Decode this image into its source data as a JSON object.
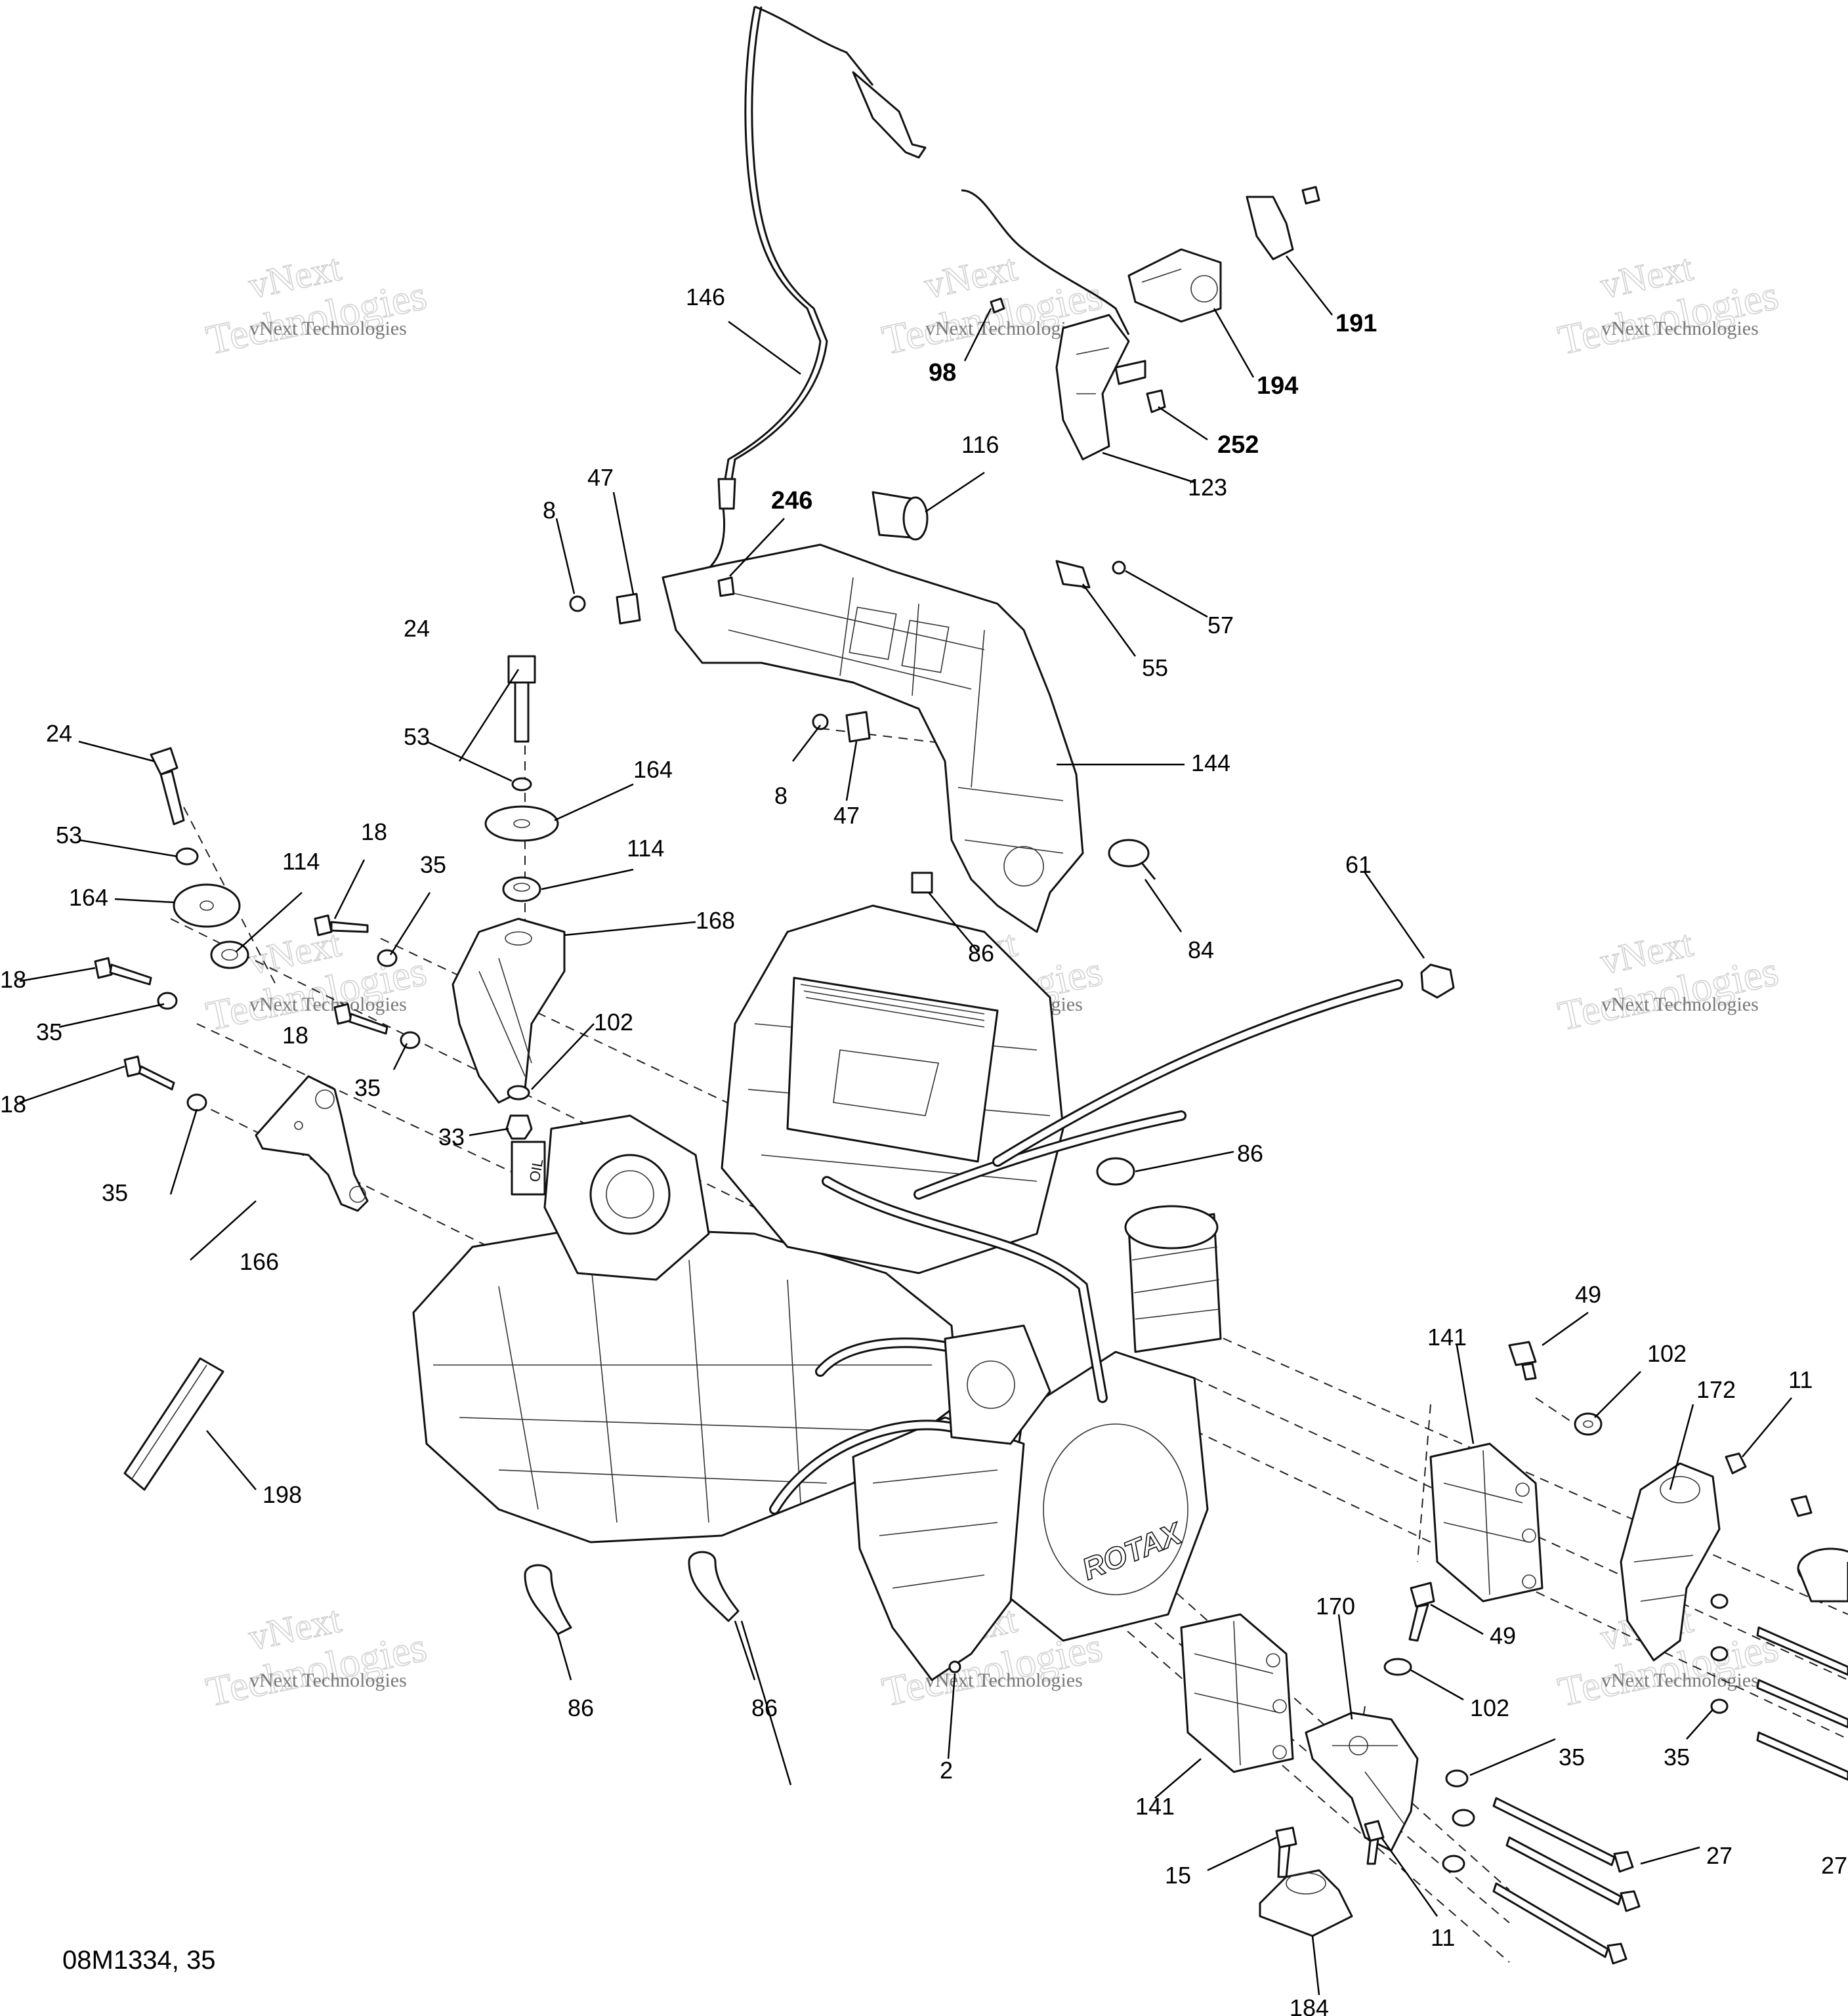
{
  "diagram": {
    "reference_code": "08M1334, 35",
    "watermark_line1": "vNext Technologies",
    "watermark_line2": "vNext",
    "watermark_line3": "Technologies",
    "engine_brand": "ROTAX",
    "oil_text": "OIL"
  },
  "labels": [
    {
      "id": "146",
      "text": "146"
    },
    {
      "id": "98",
      "text": "98"
    },
    {
      "id": "191",
      "text": "191"
    },
    {
      "id": "194",
      "text": "194"
    },
    {
      "id": "252",
      "text": "252"
    },
    {
      "id": "123",
      "text": "123"
    },
    {
      "id": "116",
      "text": "116"
    },
    {
      "id": "47a",
      "text": "47"
    },
    {
      "id": "8a",
      "text": "8"
    },
    {
      "id": "246",
      "text": "246"
    },
    {
      "id": "57",
      "text": "57"
    },
    {
      "id": "55",
      "text": "55"
    },
    {
      "id": "24a",
      "text": "24"
    },
    {
      "id": "53a",
      "text": "53"
    },
    {
      "id": "164a",
      "text": "164"
    },
    {
      "id": "114a",
      "text": "114"
    },
    {
      "id": "168",
      "text": "168"
    },
    {
      "id": "24b",
      "text": "24"
    },
    {
      "id": "53b",
      "text": "53"
    },
    {
      "id": "164b",
      "text": "164"
    },
    {
      "id": "114b",
      "text": "114"
    },
    {
      "id": "18a",
      "text": "18"
    },
    {
      "id": "35a",
      "text": "35"
    },
    {
      "id": "18b",
      "text": "18"
    },
    {
      "id": "35b",
      "text": "35"
    },
    {
      "id": "18c",
      "text": "18"
    },
    {
      "id": "35c",
      "text": "35"
    },
    {
      "id": "18d",
      "text": "18"
    },
    {
      "id": "35d",
      "text": "35"
    },
    {
      "id": "102a",
      "text": "102"
    },
    {
      "id": "33",
      "text": "33"
    },
    {
      "id": "166",
      "text": "166"
    },
    {
      "id": "8b",
      "text": "8"
    },
    {
      "id": "47b",
      "text": "47"
    },
    {
      "id": "144",
      "text": "144"
    },
    {
      "id": "84",
      "text": "84"
    },
    {
      "id": "86a",
      "text": "86"
    },
    {
      "id": "61",
      "text": "61"
    },
    {
      "id": "86b",
      "text": "86"
    },
    {
      "id": "49a",
      "text": "49"
    },
    {
      "id": "102b",
      "text": "102"
    },
    {
      "id": "172",
      "text": "172"
    },
    {
      "id": "11a",
      "text": "11"
    },
    {
      "id": "141a",
      "text": "141"
    },
    {
      "id": "198",
      "text": "198"
    },
    {
      "id": "86c",
      "text": "86"
    },
    {
      "id": "86d",
      "text": "86"
    },
    {
      "id": "2",
      "text": "2"
    },
    {
      "id": "170",
      "text": "170"
    },
    {
      "id": "49b",
      "text": "49"
    },
    {
      "id": "102c",
      "text": "102"
    },
    {
      "id": "141b",
      "text": "141"
    },
    {
      "id": "35e",
      "text": "35"
    },
    {
      "id": "35f",
      "text": "35"
    },
    {
      "id": "15",
      "text": "15"
    },
    {
      "id": "27a",
      "text": "27"
    },
    {
      "id": "27b",
      "text": "27"
    },
    {
      "id": "11b",
      "text": "11"
    },
    {
      "id": "184",
      "text": "184"
    }
  ]
}
